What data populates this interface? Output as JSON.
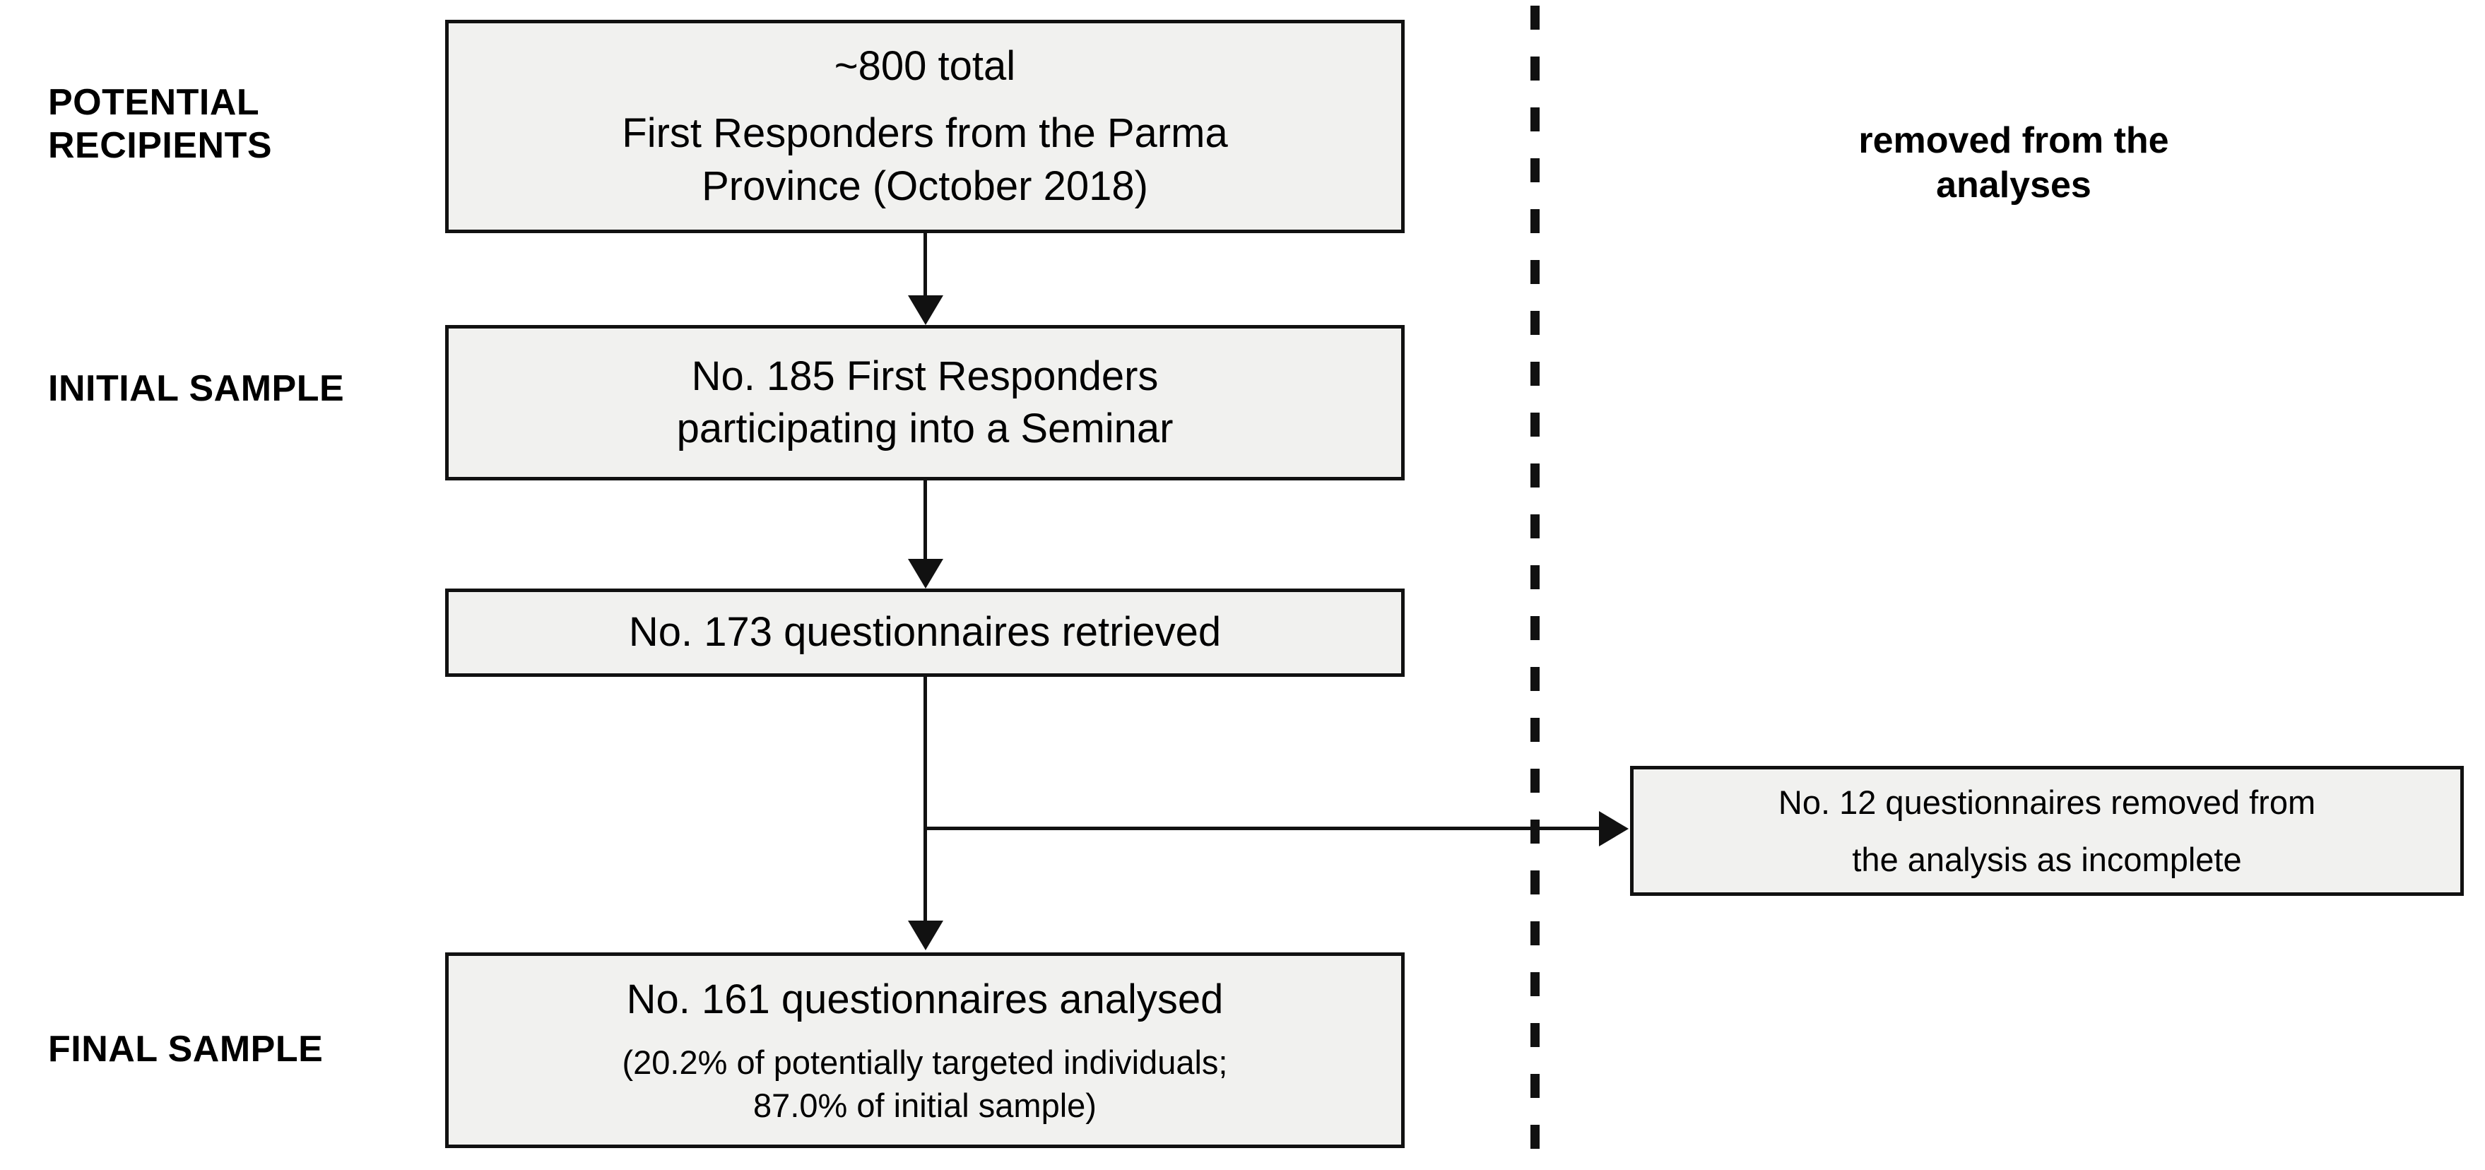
{
  "diagram": {
    "title_implied": "Participant flow diagram",
    "background_color": "#ffffff",
    "box_fill_color": "#f1f1ef",
    "box_border_color": "#111111",
    "connector_color": "#111111"
  },
  "stage_labels": [
    {
      "id": "potential-recipients",
      "text": "POTENTIAL\nRECIPIENTS"
    },
    {
      "id": "initial-sample",
      "text": "INITIAL SAMPLE"
    },
    {
      "id": "final-sample",
      "text": "FINAL SAMPLE"
    }
  ],
  "exclusion_column": {
    "header": "removed from the\nanalyses",
    "box": {
      "id": "excluded-questionnaires",
      "line1": "No. 12 questionnaires removed from",
      "line2": "the analysis as incomplete",
      "count": 12
    }
  },
  "flow_boxes": [
    {
      "id": "potential-recipients-box",
      "main": "~800 total",
      "sub": "First Responders from the Parma\nProvince (October 2018)",
      "count": "~800",
      "period": "October 2018",
      "location": "Parma Province"
    },
    {
      "id": "initial-sample-box",
      "main": "No. 185 First Responders\nparticipating into a Seminar",
      "sub": "",
      "count": 185
    },
    {
      "id": "questionnaires-retrieved-box",
      "main": "No. 173 questionnaires retrieved",
      "sub": "",
      "count": 173
    },
    {
      "id": "final-sample-box",
      "main": "No. 161 questionnaires analysed",
      "sub": "(20.2% of potentially targeted individuals;\n87.0% of initial sample)",
      "count": 161,
      "pct_of_potential": "20.2%",
      "pct_of_initial": "87.0%"
    }
  ]
}
